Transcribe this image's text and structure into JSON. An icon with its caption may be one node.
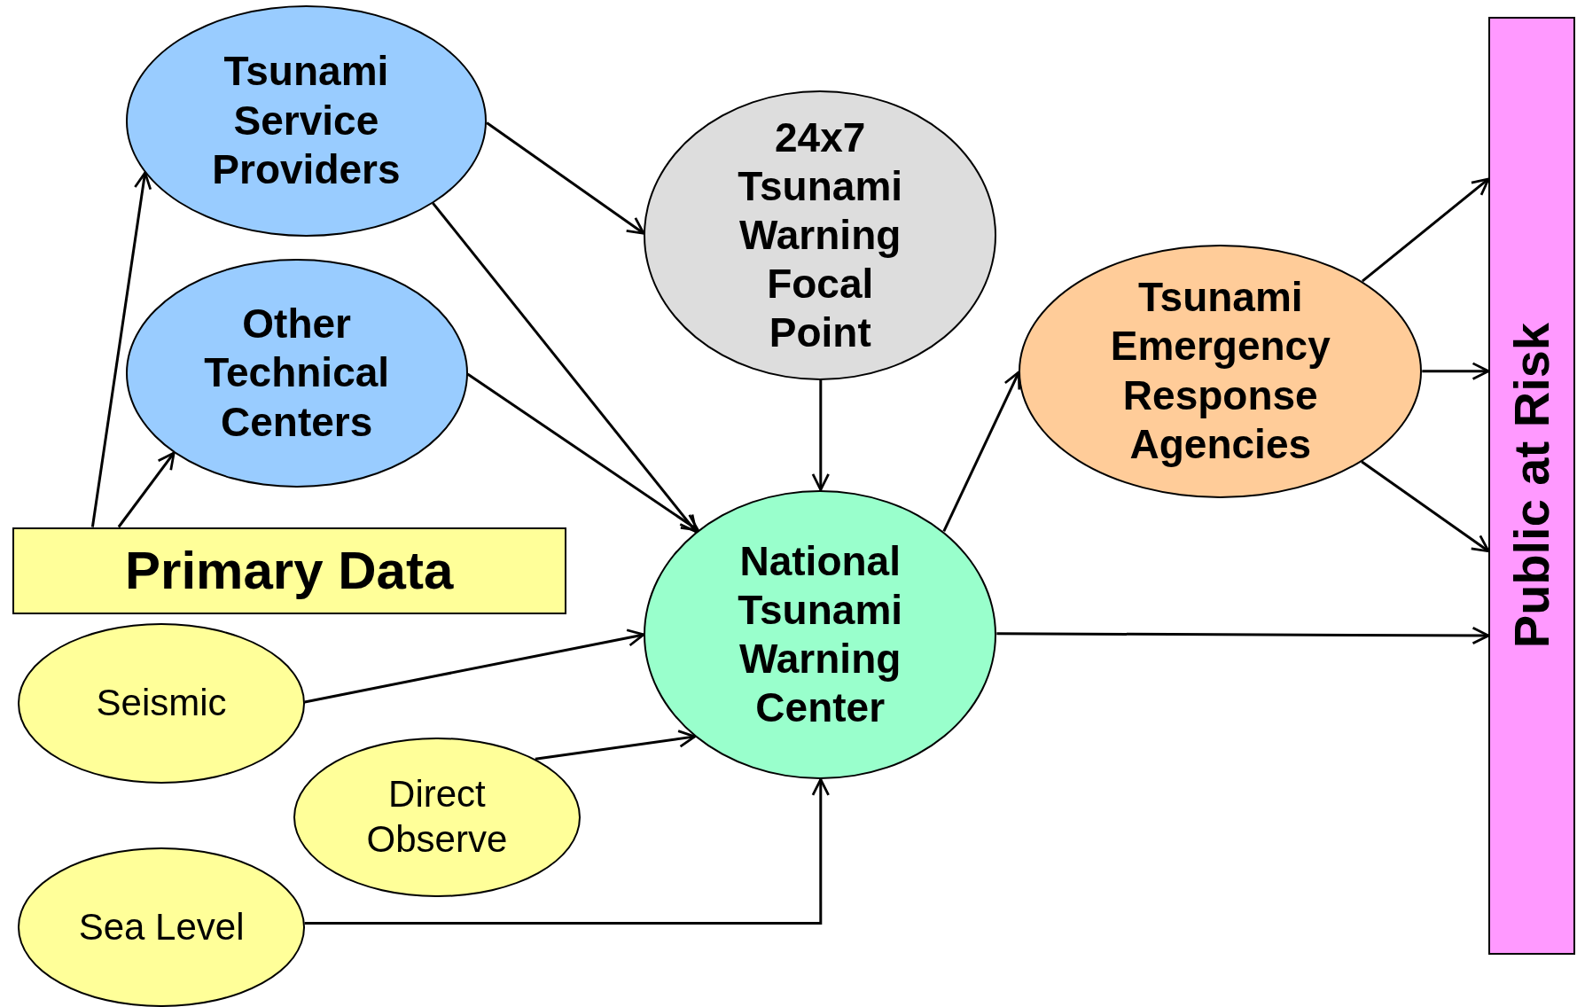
{
  "diagram": {
    "nodes": [
      {
        "text": [
          "Tsunami Service Providers"
        ]
      },
      {
        "text": [
          "Other Technical Centers"
        ]
      },
      {
        "text": [
          "Primary Data"
        ]
      },
      {
        "text": [
          "24x7 Tsunami Warning Focal Point"
        ]
      },
      {
        "text": [
          "Tsunami Emergency Response Agencies"
        ]
      },
      {
        "text": [
          "National Tsunami Warning Center"
        ]
      },
      {
        "text": [
          "Public at Risk"
        ]
      },
      {
        "text": [
          "Seismic"
        ]
      },
      {
        "text": [
          "Direct Observe"
        ]
      },
      {
        "text": [
          "Sea Level"
        ]
      }
    ],
    "edges": [
      {
        "from": 2,
        "to": 0,
        "arrow": "to"
      },
      {
        "from": 2,
        "to": 1,
        "arrow": "to"
      },
      {
        "from": 0,
        "to": 3,
        "arrow": "to"
      },
      {
        "from": 0,
        "to": 5,
        "arrow": "to"
      },
      {
        "from": 1,
        "to": 5,
        "arrow": "to"
      },
      {
        "from": 3,
        "to": 5,
        "arrow": "to"
      },
      {
        "from": 7,
        "to": 5,
        "arrow": "to"
      },
      {
        "from": 8,
        "to": 5,
        "arrow": "to"
      },
      {
        "from": 9,
        "to": 5,
        "arrow": "to"
      },
      {
        "from": 5,
        "to": 4,
        "arrow": "to"
      },
      {
        "from": 4,
        "to": 6,
        "arrow": "to"
      },
      {
        "from": 4,
        "to": 6,
        "arrow": "to"
      },
      {
        "from": 4,
        "to": 6,
        "arrow": "to"
      },
      {
        "from": 5,
        "to": 6,
        "arrow": "to"
      }
    ]
  }
}
